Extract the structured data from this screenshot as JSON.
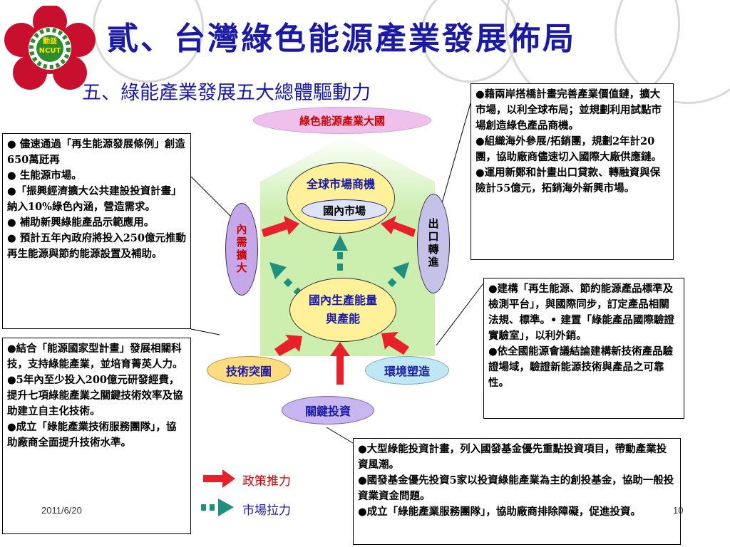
{
  "title": "貳、台灣綠色能源產業發展佈局",
  "subtitle": "五、綠能產業發展五大總體驅動力",
  "logo_text": "勤益 NCUT",
  "diagram": {
    "top_label": "綠色能源產業大國",
    "global_market": "全球市場商機",
    "domestic_market": "國內市場",
    "domestic_capacity": "國內生產能量與產能",
    "domestic_demand": "內需擴大",
    "export": "出口轉進",
    "tech_breakthrough": "技術突圍",
    "environment": "環境塑造",
    "key_investment": "關鍵投資"
  },
  "boxes": {
    "left_top": [
      "● 儘速通過「再生能源發展條例」創造650萬瓩再",
      "● 生能源市場。",
      "●「振興經濟擴大公共建設投資計畫」納入10%綠色內涵，營造需求。",
      "● 補助新興綠能產品示範應用。",
      "● 預計五年內政府將投入250億元推動再生能源與節約能源設置及補助。"
    ],
    "left_bottom": [
      "●結合「能源國家型計畫」發展相關科技，支持綠能產業，並培育菁英人力。",
      "●5年內至少投入200億元研發經費，提升七項綠能產業之關鍵技術效率及協助建立自主化技術。",
      "●成立「綠能產業技術服務團隊」，協助廠商全面提升技術水準。"
    ],
    "right_top": [
      "●藉兩岸搭橋計畫完善產業價值鏈，擴大市場，以利全球布局；並規劃利用試點市場創造綠色產品商機。",
      "●組織海外參展/拓銷團，規劃2年計20團，協助廠商儘速切入國際大廠供應鏈。",
      "●運用新鄭和計畫出口貸款、轉融資與保險計55億元，拓銷海外新興市場。"
    ],
    "right_middle": [
      "●建構「再生能源、節約能源產品標準及檢測平台」，與國際同步，訂定產品相關法規、標準。• 建置「綠能產品國際驗證實驗室」，以利外銷。",
      "●依全國能源會議結論建構新技術產品驗證場域，驗證新能源技術與產品之可靠性。"
    ],
    "bottom_right": [
      "●大型綠能投資計畫，列入國發基金優先重點投資項目，帶動產業投資風潮。",
      "●國發基金優先投資5家以投資綠能產業為主的創投基金，協助一般投資業資金問題。",
      "●成立「綠能產業服務團隊」，協助廠商排除障礙，促進投資。"
    ]
  },
  "legend": {
    "policy_push": "政策推力",
    "market_pull": "市場拉力"
  },
  "footer": {
    "date": "2011/6/20",
    "page": "10"
  },
  "colors": {
    "title": "#1a1aa6",
    "arrow_policy": "#e8202a",
    "arrow_market": "#1f8f7f",
    "house_fill": "#ccefb0",
    "oval_yellow": "#ffef9a",
    "oval_purple": "#c8b6f0",
    "oval_pink": "#f3b6ea"
  }
}
